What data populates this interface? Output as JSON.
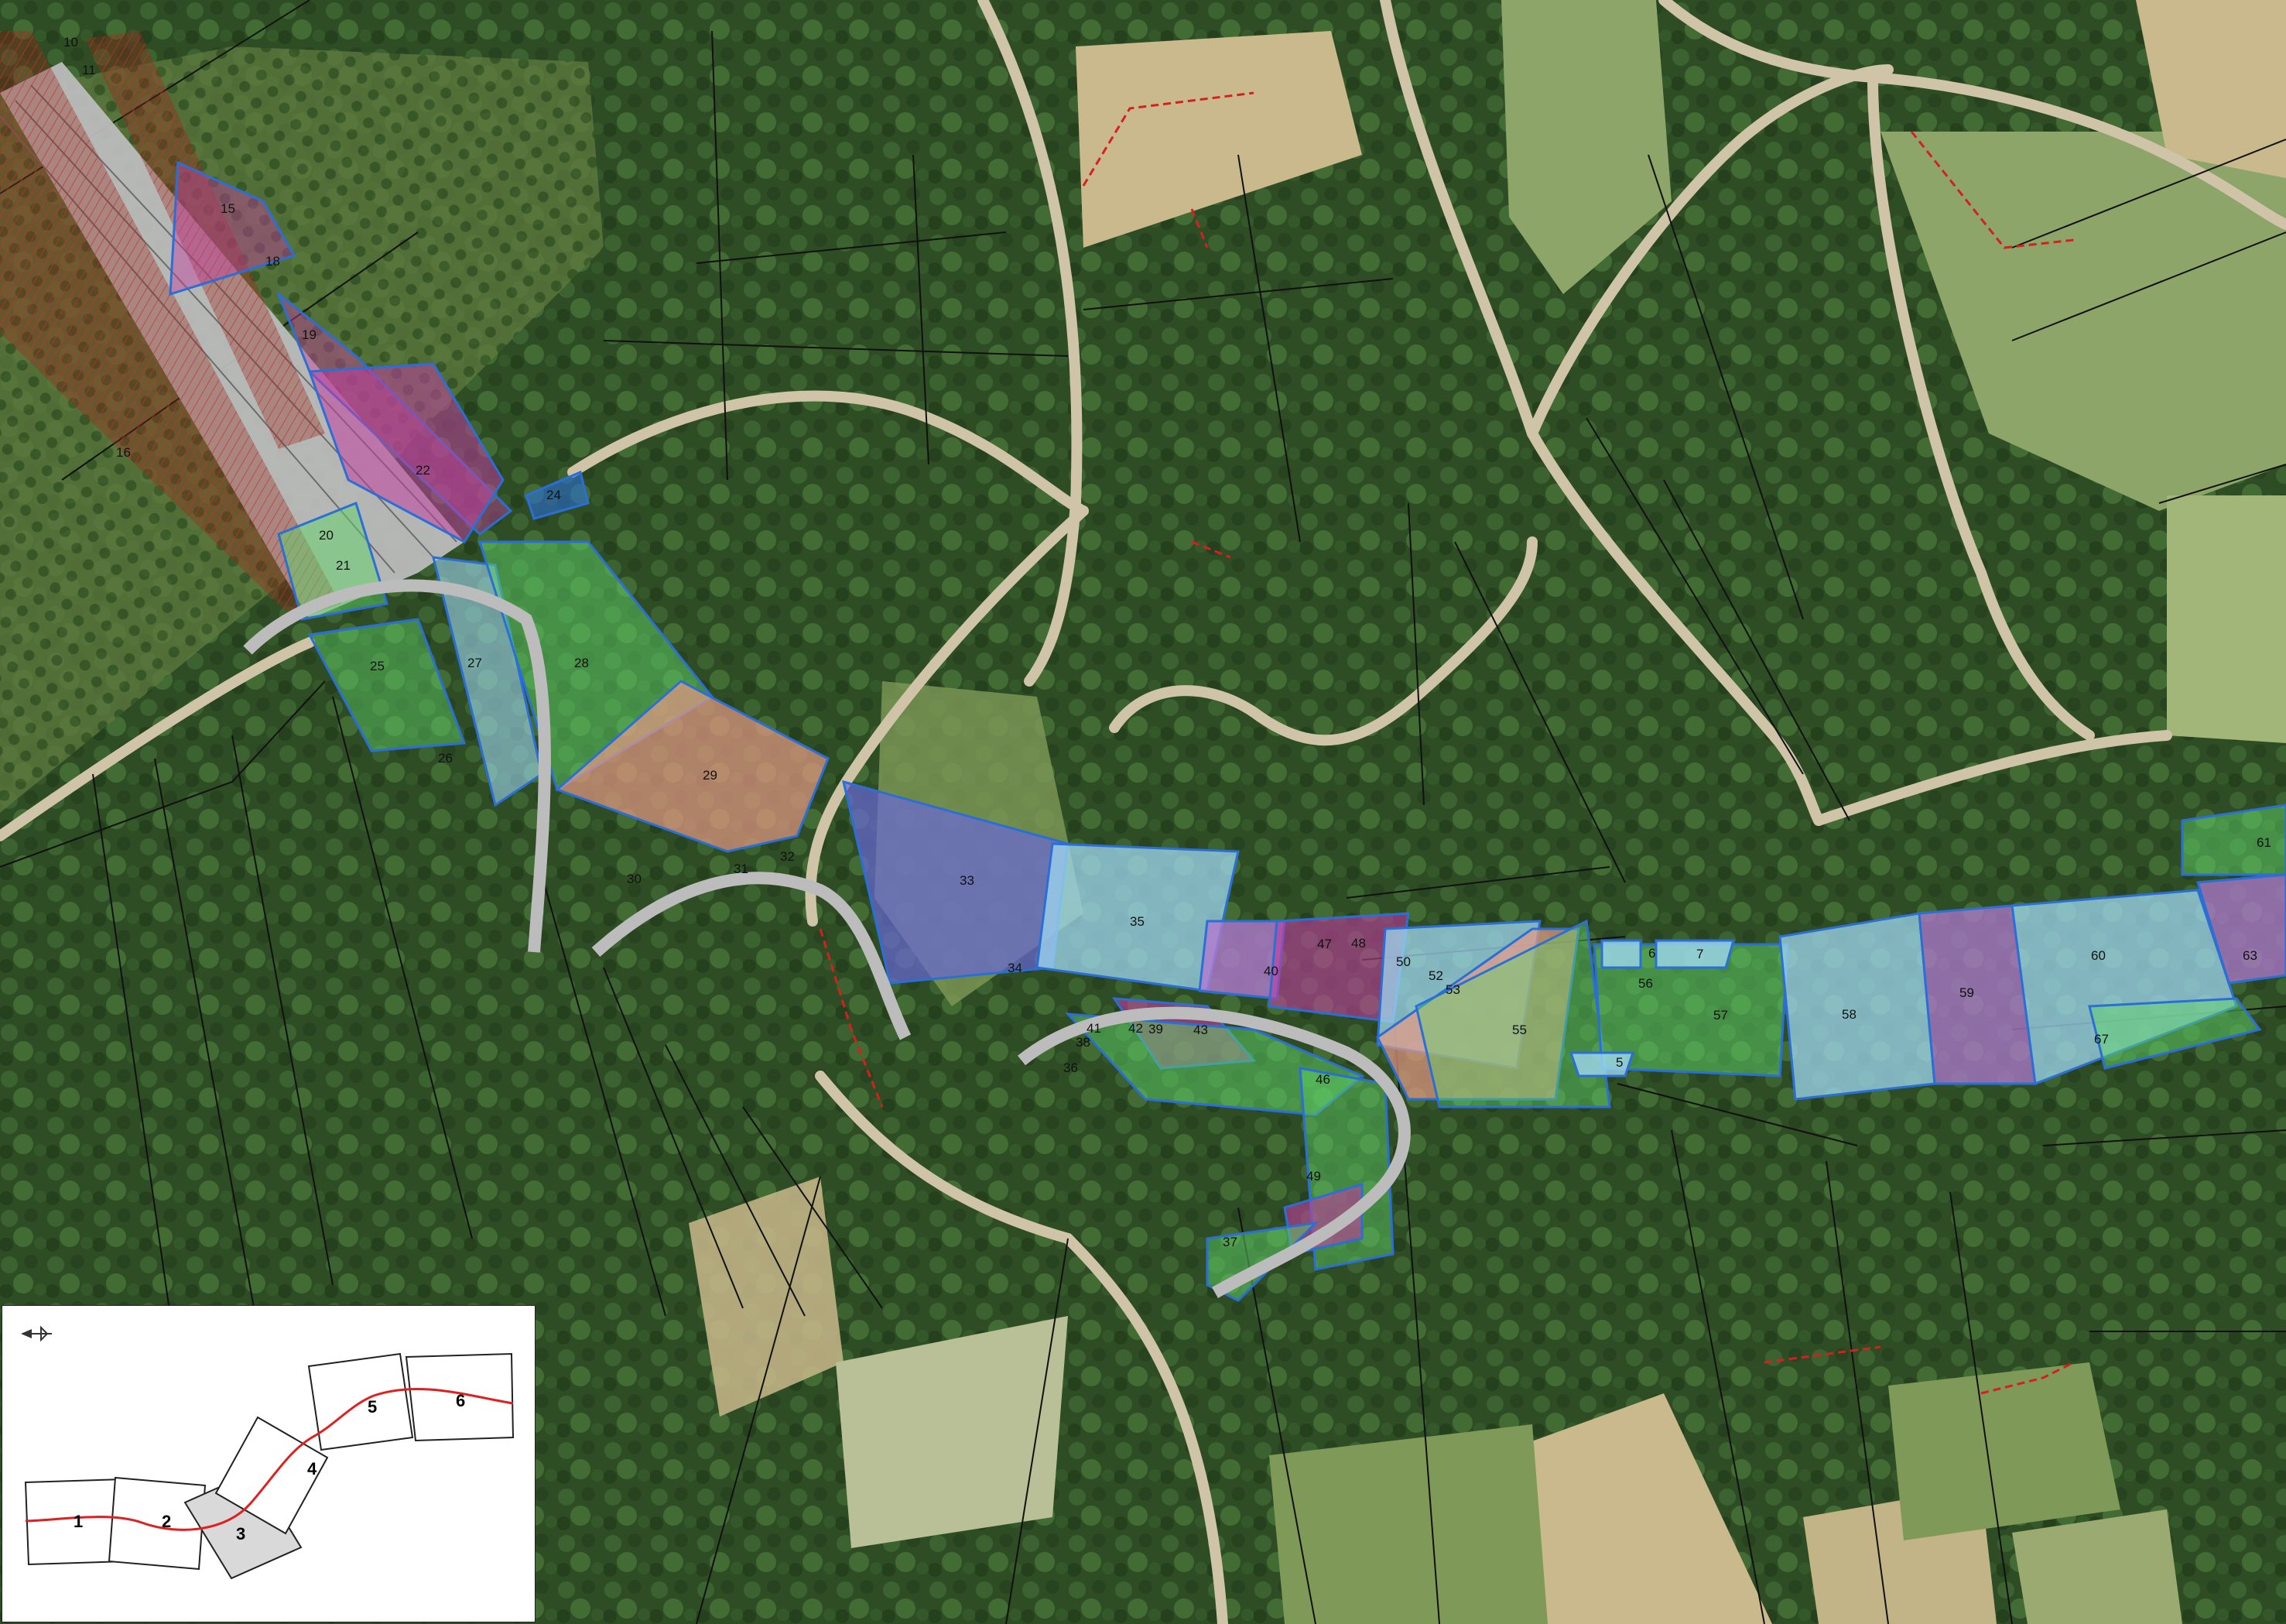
{
  "colors": {
    "forest_dark": "#2c4a22",
    "forest_mid": "#3f6a30",
    "meadow": "#8ea56a",
    "field_bare": "#c9b98c",
    "road_dirt": "#cfc4a8",
    "parcel_line": "#111111",
    "boundary_red": "#d42020",
    "highway_gray": "#bcbcbc",
    "zone_blue_outline": "#2b6fd6",
    "zone_red": "#c0392b",
    "zone_green": "#5fd36a",
    "zone_lightblue": "#9fd8f0",
    "zone_purple": "#6a6ad8",
    "zone_magenta": "#c040a0",
    "zone_pink": "#e79a86",
    "zone_violet": "#b07ad0",
    "key_route": "#e02020",
    "key_active_sheet": "#d9d9d9"
  },
  "parcels": [
    {
      "id": "10",
      "label": "10"
    },
    {
      "id": "11",
      "label": "11"
    },
    {
      "id": "15",
      "label": "15"
    },
    {
      "id": "16",
      "label": "16"
    },
    {
      "id": "18",
      "label": "18"
    },
    {
      "id": "19",
      "label": "19"
    },
    {
      "id": "20",
      "label": "20"
    },
    {
      "id": "21",
      "label": "21"
    },
    {
      "id": "22",
      "label": "22"
    },
    {
      "id": "24",
      "label": "24"
    },
    {
      "id": "25",
      "label": "25"
    },
    {
      "id": "26",
      "label": "26"
    },
    {
      "id": "27",
      "label": "27"
    },
    {
      "id": "28",
      "label": "28"
    },
    {
      "id": "29",
      "label": "29"
    },
    {
      "id": "30",
      "label": "30"
    },
    {
      "id": "31",
      "label": "31"
    },
    {
      "id": "32",
      "label": "32"
    },
    {
      "id": "33",
      "label": "33"
    },
    {
      "id": "34",
      "label": "34"
    },
    {
      "id": "35",
      "label": "35"
    },
    {
      "id": "36",
      "label": "36"
    },
    {
      "id": "37",
      "label": "37"
    },
    {
      "id": "38",
      "label": "38"
    },
    {
      "id": "39",
      "label": "39"
    },
    {
      "id": "40",
      "label": "40"
    },
    {
      "id": "41",
      "label": "41"
    },
    {
      "id": "42",
      "label": "42"
    },
    {
      "id": "43",
      "label": "43"
    },
    {
      "id": "46",
      "label": "46"
    },
    {
      "id": "47",
      "label": "47"
    },
    {
      "id": "48",
      "label": "48"
    },
    {
      "id": "49",
      "label": "49"
    },
    {
      "id": "50",
      "label": "50"
    },
    {
      "id": "52",
      "label": "52"
    },
    {
      "id": "53",
      "label": "53"
    },
    {
      "id": "55",
      "label": "55"
    },
    {
      "id": "56",
      "label": "56"
    },
    {
      "id": "57",
      "label": "57"
    },
    {
      "id": "58",
      "label": "58"
    },
    {
      "id": "59",
      "label": "59"
    },
    {
      "id": "60",
      "label": "60"
    },
    {
      "id": "61",
      "label": "61"
    },
    {
      "id": "63",
      "label": "63"
    },
    {
      "id": "67",
      "label": "67"
    },
    {
      "id": "5",
      "label": "5"
    },
    {
      "id": "6",
      "label": "6"
    },
    {
      "id": "7",
      "label": "7"
    }
  ],
  "key_map": {
    "north_arrow_icon": "north-arrow-icon",
    "sheets": [
      {
        "label": "1",
        "active": false
      },
      {
        "label": "2",
        "active": false
      },
      {
        "label": "3",
        "active": true
      },
      {
        "label": "4",
        "active": false
      },
      {
        "label": "5",
        "active": false
      },
      {
        "label": "6",
        "active": false
      }
    ]
  }
}
